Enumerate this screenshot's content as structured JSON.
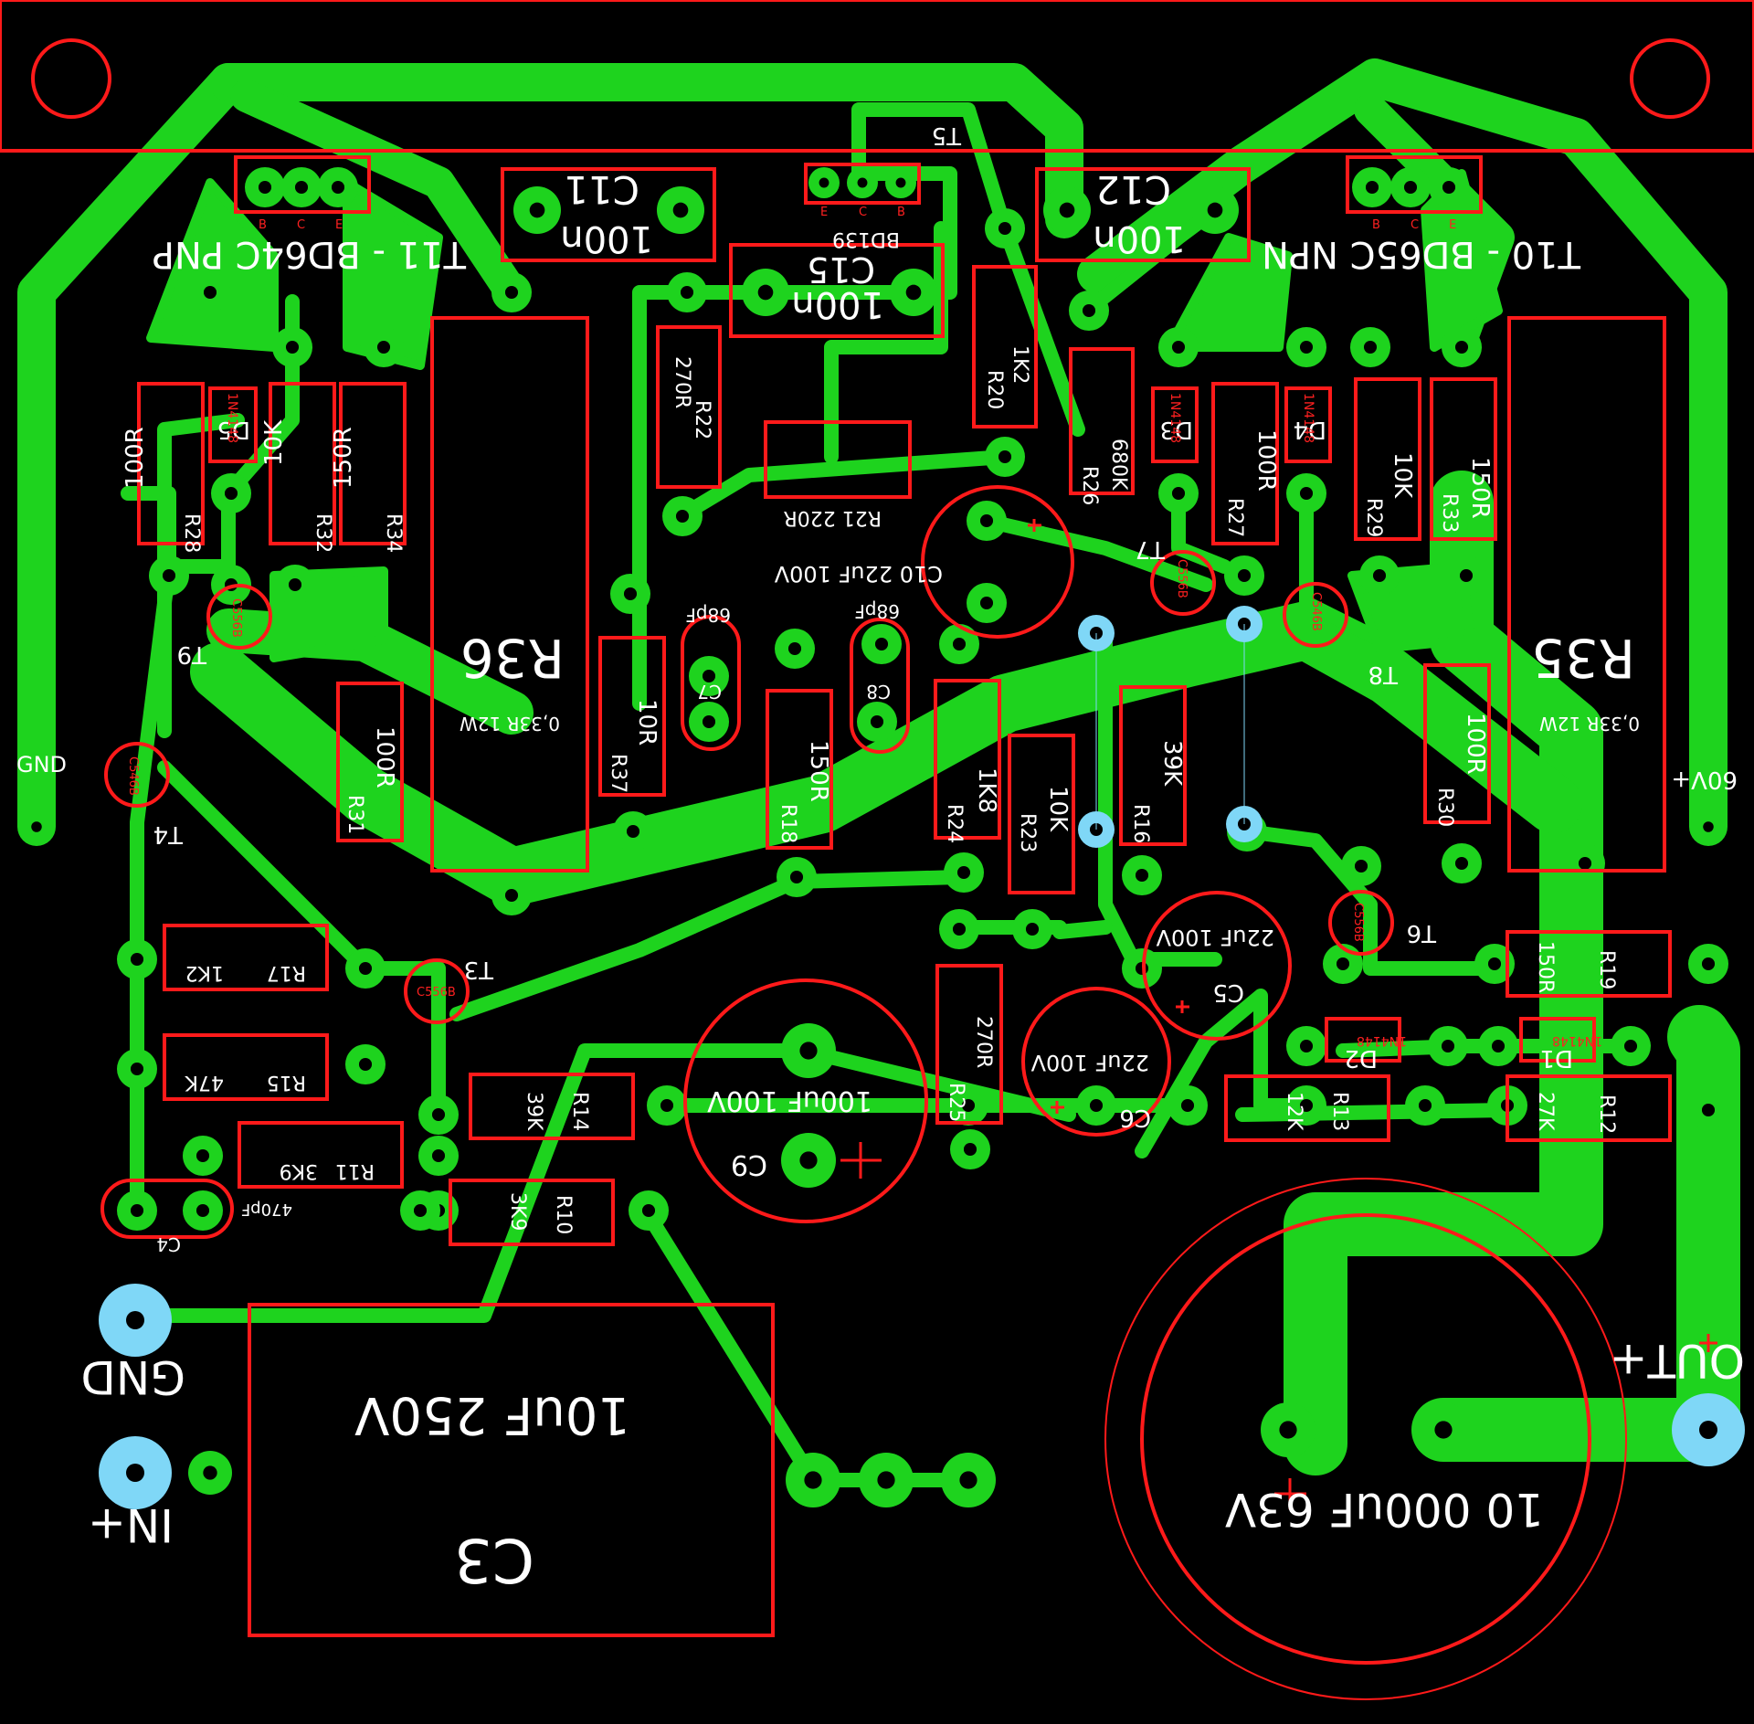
{
  "colors": {
    "background": "#000000",
    "copper": "#1ed31e",
    "silkscreen": "#ff1a1a",
    "text": "#ffffff",
    "terminal": "#7fd7f7"
  },
  "transistors": {
    "t11": "T11 - BD64C PNP",
    "t10": "T10 - BD65C NPN",
    "t5": "T5",
    "t5_part": "BD139",
    "t3": "T3",
    "t4": "T4",
    "t6": "T6",
    "t7": "T7",
    "t8": "T8",
    "t9": "T9",
    "pin_b": "B",
    "pin_c": "C",
    "pin_e": "E",
    "c556b": "C556B",
    "c546b": "C546B"
  },
  "capacitors": {
    "c11": "C11",
    "c11_val": "100n",
    "c12": "C12",
    "c12_val": "100n",
    "c15": "C15",
    "c15_val": "100n",
    "c10": "C10 22uF 100V",
    "c7": "C7",
    "c7_val": "68pF",
    "c8": "C8",
    "c8_val": "68pF",
    "c5": "C5",
    "c5_val": "22uF 100V",
    "c6": "C6",
    "c6_val": "22uF 100V",
    "c9": "C9",
    "c9_val": "100uF 100V",
    "c4": "C4",
    "c4_val": "470pF",
    "c3": "C3",
    "c3_val": "10uF 250V",
    "c_big": "10 000uF 63V"
  },
  "resistors": {
    "r36": "R36",
    "r36_val": "0,33R 12W",
    "r35": "R35",
    "r35_val": "0,33R 12W",
    "r22": "R22",
    "r22_val": "270R",
    "r21": "R21 220R",
    "r20": "R20",
    "r20_val": "1K2",
    "r26": "R26",
    "r26_val": "680K",
    "r27": "R27",
    "r27_val": "100R",
    "r28": "R28",
    "r28_val": "100R",
    "r32": "R32",
    "r32_val": "10K",
    "r34": "R34",
    "r34_val": "150R",
    "r29": "R29",
    "r29_val": "10K",
    "r33": "R33",
    "r33_val": "150R",
    "r31": "R31",
    "r31_val": "100R",
    "r37": "R37",
    "r37_val": "10R",
    "r18": "R18",
    "r18_val": "150R",
    "r24": "R24",
    "r24_val": "1K8",
    "r23": "R23",
    "r23_val": "10K",
    "r16": "R16",
    "r16_val": "39K",
    "r30": "R30",
    "r30_val": "100R",
    "r17": "R17",
    "r17_val": "1K2",
    "r15": "R15",
    "r15_val": "47K",
    "r14": "R14",
    "r14_val": "39K",
    "r11": "R11",
    "r11_val": "3K9",
    "r10": "R10",
    "r10_val": "3K9",
    "r25": "R25",
    "r25_val": "270R",
    "r19": "R19",
    "r19_val": "150R",
    "r13": "R13",
    "r13_val": "12K",
    "r12": "R12",
    "r12_val": "27K"
  },
  "diodes": {
    "d1": "D1",
    "d2": "D2",
    "d3": "D3",
    "d4": "D4",
    "d5": "D5",
    "part": "1N4148"
  },
  "terminals": {
    "gnd_left": "GND",
    "v60": "60V+",
    "gnd_input": "GND",
    "in_plus": "IN+",
    "out_plus": "OUT+"
  }
}
